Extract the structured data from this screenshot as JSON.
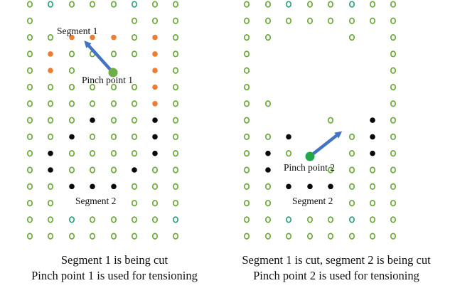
{
  "colors": {
    "ring": "#6aaa36",
    "ring_alt": "#2ea37a",
    "orange": "#ed7d31",
    "black": "#0a0a0a",
    "pinch": "#70ad47",
    "pinch_bright": "#21a84a",
    "arrow": "#4472c4"
  },
  "left_panel": {
    "segment1_label": "Segment 1",
    "pinch_label": "Pinch point 1",
    "segment2_label": "Segment 2",
    "caption_line1": "Segment 1 is being cut",
    "caption_line2": "Pinch point 1 is used for tensioning"
  },
  "right_panel": {
    "pinch_label": "Pinch point 2",
    "segment2_label": "Segment 2",
    "caption_line1": "Segment 1 is cut, segment 2 is being cut",
    "caption_line2": "Pinch point 2 is used for tensioning"
  }
}
